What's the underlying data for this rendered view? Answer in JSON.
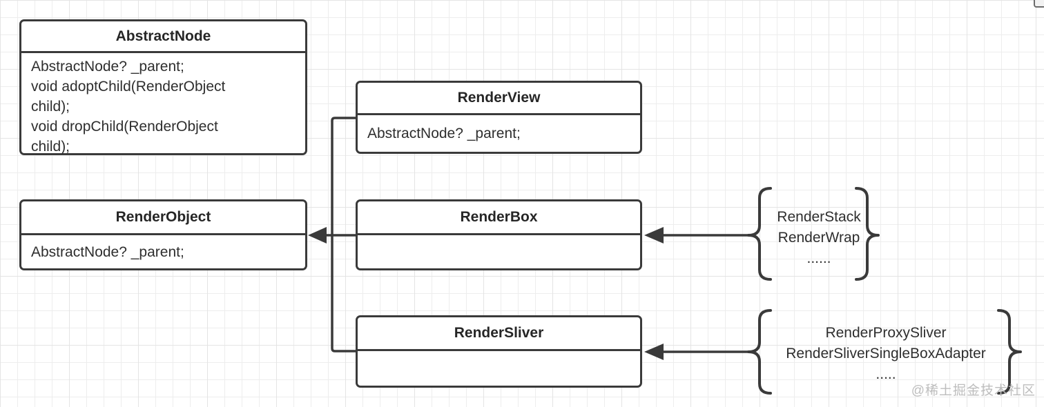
{
  "diagram": {
    "boxes": {
      "abstract_node": {
        "title": "AbstractNode",
        "lines": [
          "AbstractNode? _parent;",
          "void adoptChild(RenderObject",
          "child);",
          "void dropChild(RenderObject",
          "child);"
        ]
      },
      "render_view": {
        "title": "RenderView",
        "lines": [
          "AbstractNode? _parent;"
        ]
      },
      "render_object": {
        "title": "RenderObject",
        "lines": [
          "AbstractNode? _parent;"
        ]
      },
      "render_box": {
        "title": "RenderBox"
      },
      "render_sliver": {
        "title": "RenderSliver"
      }
    },
    "groups": {
      "box_subclasses": {
        "items": [
          "RenderStack",
          "RenderWrap",
          "......"
        ]
      },
      "sliver_subclasses": {
        "items": [
          "RenderProxySliver",
          "RenderSliverSingleBoxAdapter",
          "....."
        ]
      }
    },
    "watermark": "@稀土掘金技术社区",
    "colors": {
      "stroke": "#3a3a3a",
      "grid": "#ededed",
      "watermark": "#bdbdbd",
      "background": "#ffffff"
    }
  }
}
